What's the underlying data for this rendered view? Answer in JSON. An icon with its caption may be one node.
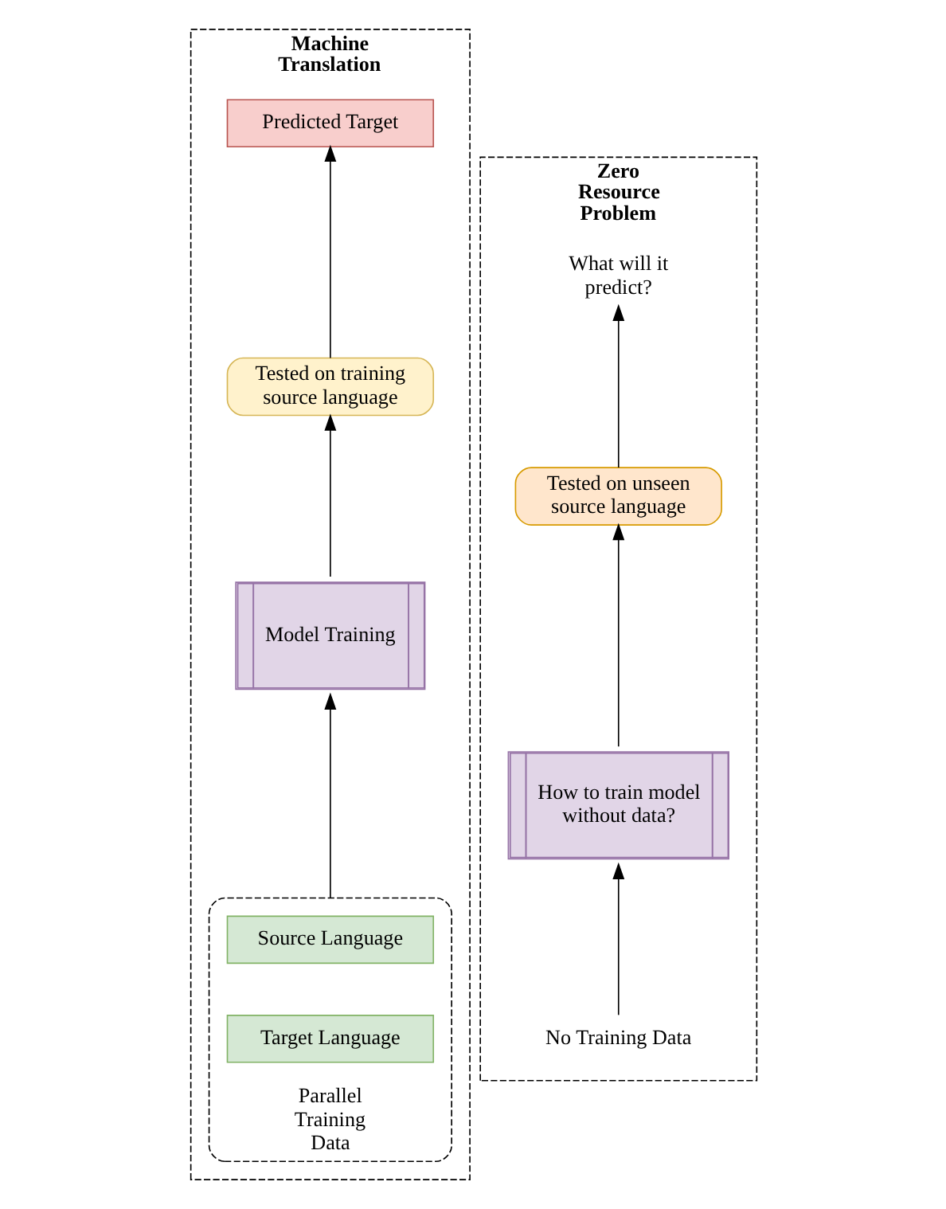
{
  "diagram": {
    "nodes": [
      {
        "text": [
          "Machine Translation"
        ]
      },
      {
        "text": [
          "Predicted Target"
        ],
        "in": 0
      },
      {
        "text": [
          "Tested on training source language"
        ],
        "in": 0
      },
      {
        "text": [
          "Model Training"
        ],
        "in": 0
      },
      {
        "text": [
          "Parallel Training Data"
        ],
        "in": 0
      },
      {
        "text": [
          "Source Language"
        ],
        "in": 4
      },
      {
        "text": [
          "Target Language"
        ],
        "in": 4
      },
      {
        "text": [
          "Zero Resource Problem"
        ]
      },
      {
        "text": [
          "What will it predict?"
        ],
        "in": 7
      },
      {
        "text": [
          "Tested on unseen source language"
        ],
        "in": 7
      },
      {
        "text": [
          "How to train model without data?"
        ],
        "in": 7
      },
      {
        "text": [
          "No Training Data"
        ],
        "in": 7
      }
    ],
    "edges": [
      {
        "from": 4,
        "to": 3,
        "arrow": "to"
      },
      {
        "from": 3,
        "to": 2,
        "arrow": "to"
      },
      {
        "from": 2,
        "to": 1,
        "arrow": "to"
      },
      {
        "from": 11,
        "to": 10,
        "arrow": "to"
      },
      {
        "from": 10,
        "to": 9,
        "arrow": "to"
      },
      {
        "from": 9,
        "to": 8,
        "arrow": "to"
      }
    ]
  }
}
